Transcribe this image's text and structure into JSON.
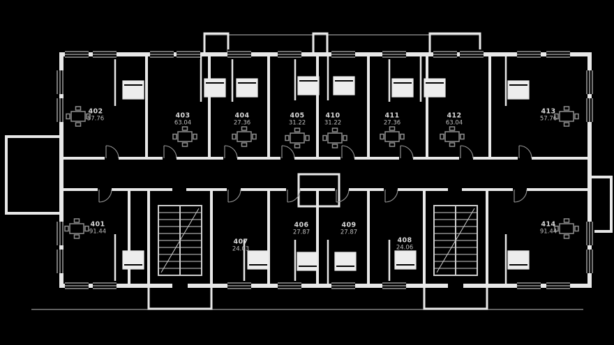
{
  "canvas": {
    "background": "#000000"
  },
  "palette": {
    "wall": "#e8e8e8",
    "thin_line": "#9a9a9a",
    "furniture": "#8f8f8f",
    "bed_fill": "#ededed",
    "label_text": "#d8d8d8"
  },
  "floor_plan": {
    "apartments": [
      {
        "number": "401",
        "area": "91.44"
      },
      {
        "number": "402",
        "area": "57.76"
      },
      {
        "number": "403",
        "area": "63.04"
      },
      {
        "number": "404",
        "area": "27.36"
      },
      {
        "number": "405",
        "area": "31.22"
      },
      {
        "number": "406",
        "area": "27.87"
      },
      {
        "number": "407",
        "area": "24.03"
      },
      {
        "number": "408",
        "area": "24.06"
      },
      {
        "number": "409",
        "area": "27.87"
      },
      {
        "number": "410",
        "area": "31.22"
      },
      {
        "number": "411",
        "area": "27.36"
      },
      {
        "number": "412",
        "area": "63.04"
      },
      {
        "number": "413",
        "area": "57.76"
      },
      {
        "number": "414",
        "area": "91.44"
      }
    ]
  }
}
